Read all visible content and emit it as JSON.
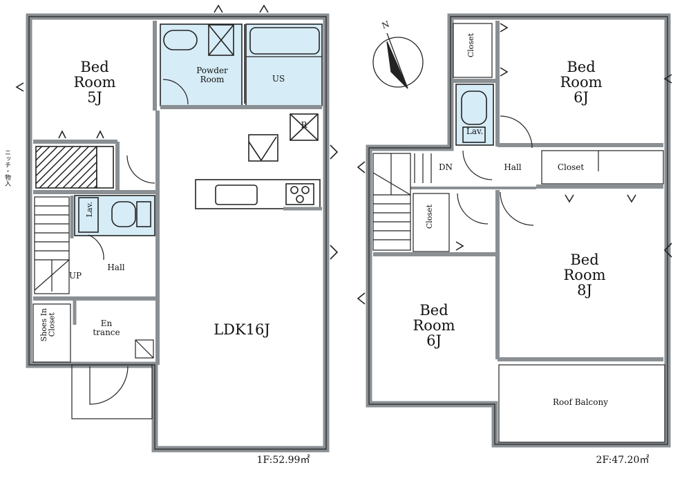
{
  "floor1": {
    "bedroom": {
      "label": "Bed\nRoom\n5J"
    },
    "powder": {
      "label": "Powder\nRoom"
    },
    "us": {
      "label": "US"
    },
    "lav": {
      "label": "Lav."
    },
    "hall": {
      "label": "Hall"
    },
    "up": {
      "label": "UP"
    },
    "shoes": {
      "label": "Shoes In\nCloset"
    },
    "entrance": {
      "label": "En\ntrance"
    },
    "ldk": {
      "label": "LDK16J"
    },
    "closet_side_note": {
      "label": "ニッチ・物入"
    },
    "fridge_mark": {
      "label": "R"
    },
    "area": {
      "label": "1F:52.99㎡"
    }
  },
  "floor2": {
    "closet_top": {
      "label": "Closet"
    },
    "bedroom_6j_top": {
      "label": "Bed\nRoom\n6J"
    },
    "lav": {
      "label": "Lav."
    },
    "dn": {
      "label": "DN"
    },
    "hall": {
      "label": "Hall"
    },
    "closet_hall": {
      "label": "Closet"
    },
    "closet_mid": {
      "label": "Closet"
    },
    "bedroom_8j": {
      "label": "Bed\nRoom\n8J"
    },
    "bedroom_6j_low": {
      "label": "Bed\nRoom\n6J"
    },
    "roof_balcony": {
      "label": "Roof Balcony"
    },
    "area": {
      "label": "2F:47.20㎡"
    }
  },
  "compass": {
    "north": "N"
  },
  "colors": {
    "wall": "#8a8f93",
    "outline": "#222222",
    "wet_area": "#d6ecf6"
  }
}
